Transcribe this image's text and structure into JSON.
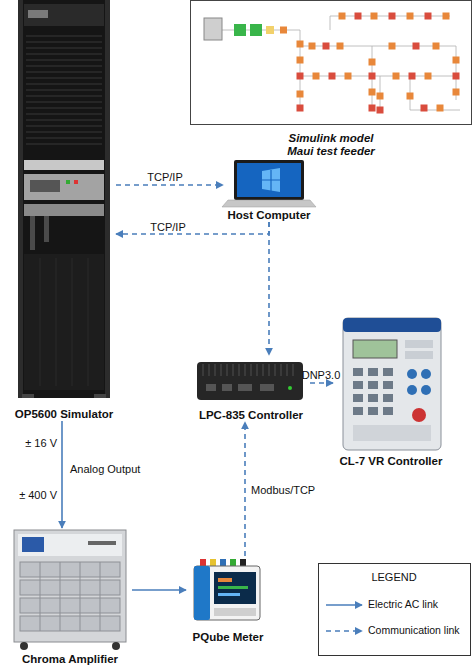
{
  "diagram": {
    "nodes": [
      {
        "text": [
          "Simulink model Maui test feeder"
        ]
      },
      {
        "text": [
          "OP5600 Simulator"
        ]
      },
      {
        "text": [
          "Host Computer"
        ]
      },
      {
        "text": [
          "LPC-835 Controller"
        ]
      },
      {
        "text": [
          "CL-7 VR Controller"
        ]
      },
      {
        "text": [
          "Chroma Amplifier"
        ]
      },
      {
        "text": [
          "PQube Meter"
        ]
      }
    ],
    "edges": [
      {
        "from": 1,
        "to": 2,
        "arrow": "to",
        "label": "TCP/IP"
      },
      {
        "from": 2,
        "to": 1,
        "arrow": "to",
        "label": "TCP/IP"
      },
      {
        "from": 2,
        "to": 3,
        "arrow": "to"
      },
      {
        "from": 3,
        "to": 4,
        "arrow": "to",
        "label": "DNP3.0"
      },
      {
        "from": 6,
        "to": 3,
        "arrow": "to",
        "label": "Modbus/TCP"
      },
      {
        "from": 1,
        "to": 5,
        "arrow": "to",
        "label": "Analog Output"
      },
      {
        "from": 5,
        "to": 6,
        "arrow": "to"
      }
    ],
    "labels": [
      "± 16 V",
      "± 400 V",
      "LEGEND"
    ],
    "legend": [
      {
        "text": "Electric AC link"
      },
      {
        "text": "Communication link"
      }
    ]
  }
}
